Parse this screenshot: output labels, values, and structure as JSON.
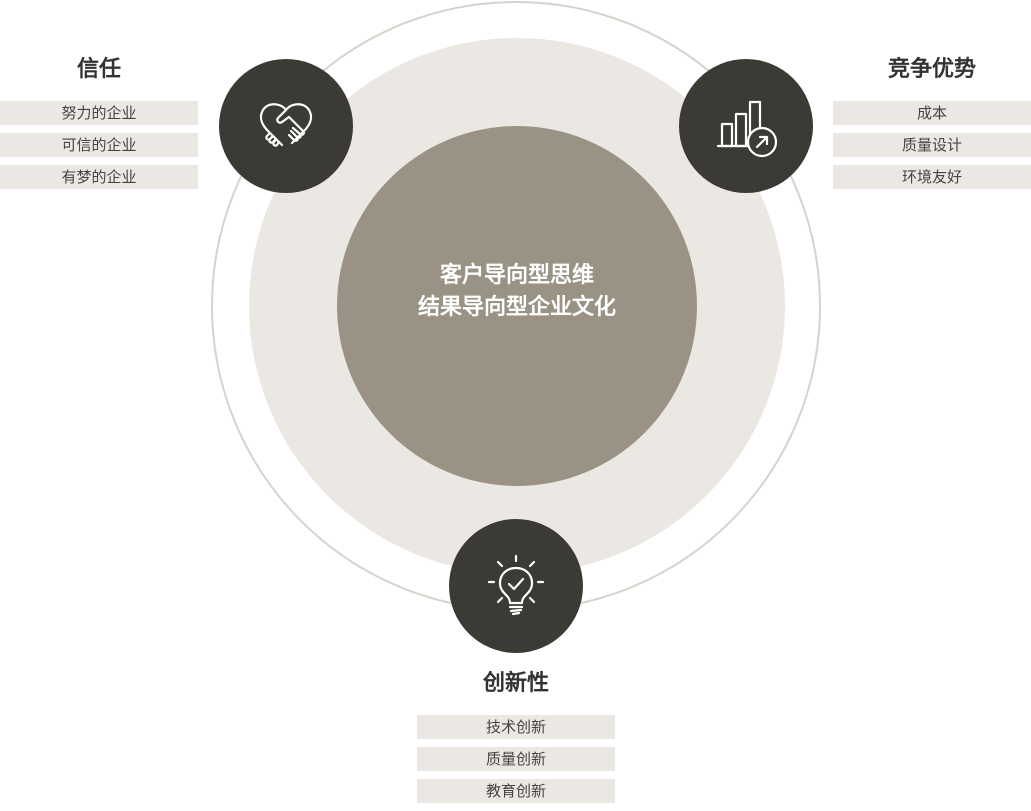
{
  "center": {
    "line1": "客户导向型思维",
    "line2": "结果导向型企业文化"
  },
  "nodes": {
    "trust": {
      "icon": "handshake-icon",
      "title": "信任",
      "items": [
        "努力的企业",
        "可信的企业",
        "有梦的企业"
      ]
    },
    "competitive": {
      "icon": "growth-chart-icon",
      "title": "竞争优势",
      "items": [
        "成本",
        "质量设计",
        "环境友好"
      ]
    },
    "innovation": {
      "icon": "lightbulb-check-icon",
      "title": "创新性",
      "items": [
        "技术创新",
        "质量创新",
        "教育创新"
      ]
    }
  },
  "colors": {
    "outer_ring": "#d6d3cc",
    "light_disc": "#ebe8e3",
    "core_disc": "#9a9285",
    "badge": "#3b3a35",
    "pill": "#ebe8e3"
  }
}
